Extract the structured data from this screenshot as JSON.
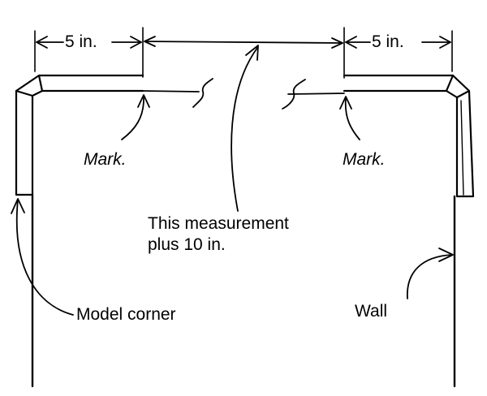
{
  "dimensions": {
    "left": "5 in.",
    "right": "5 in."
  },
  "labels": {
    "mark_left": "Mark.",
    "mark_right": "Mark.",
    "measurement_line1": "This measurement",
    "measurement_line2": "plus 10 in.",
    "model_corner": "Model corner",
    "wall": "Wall"
  }
}
